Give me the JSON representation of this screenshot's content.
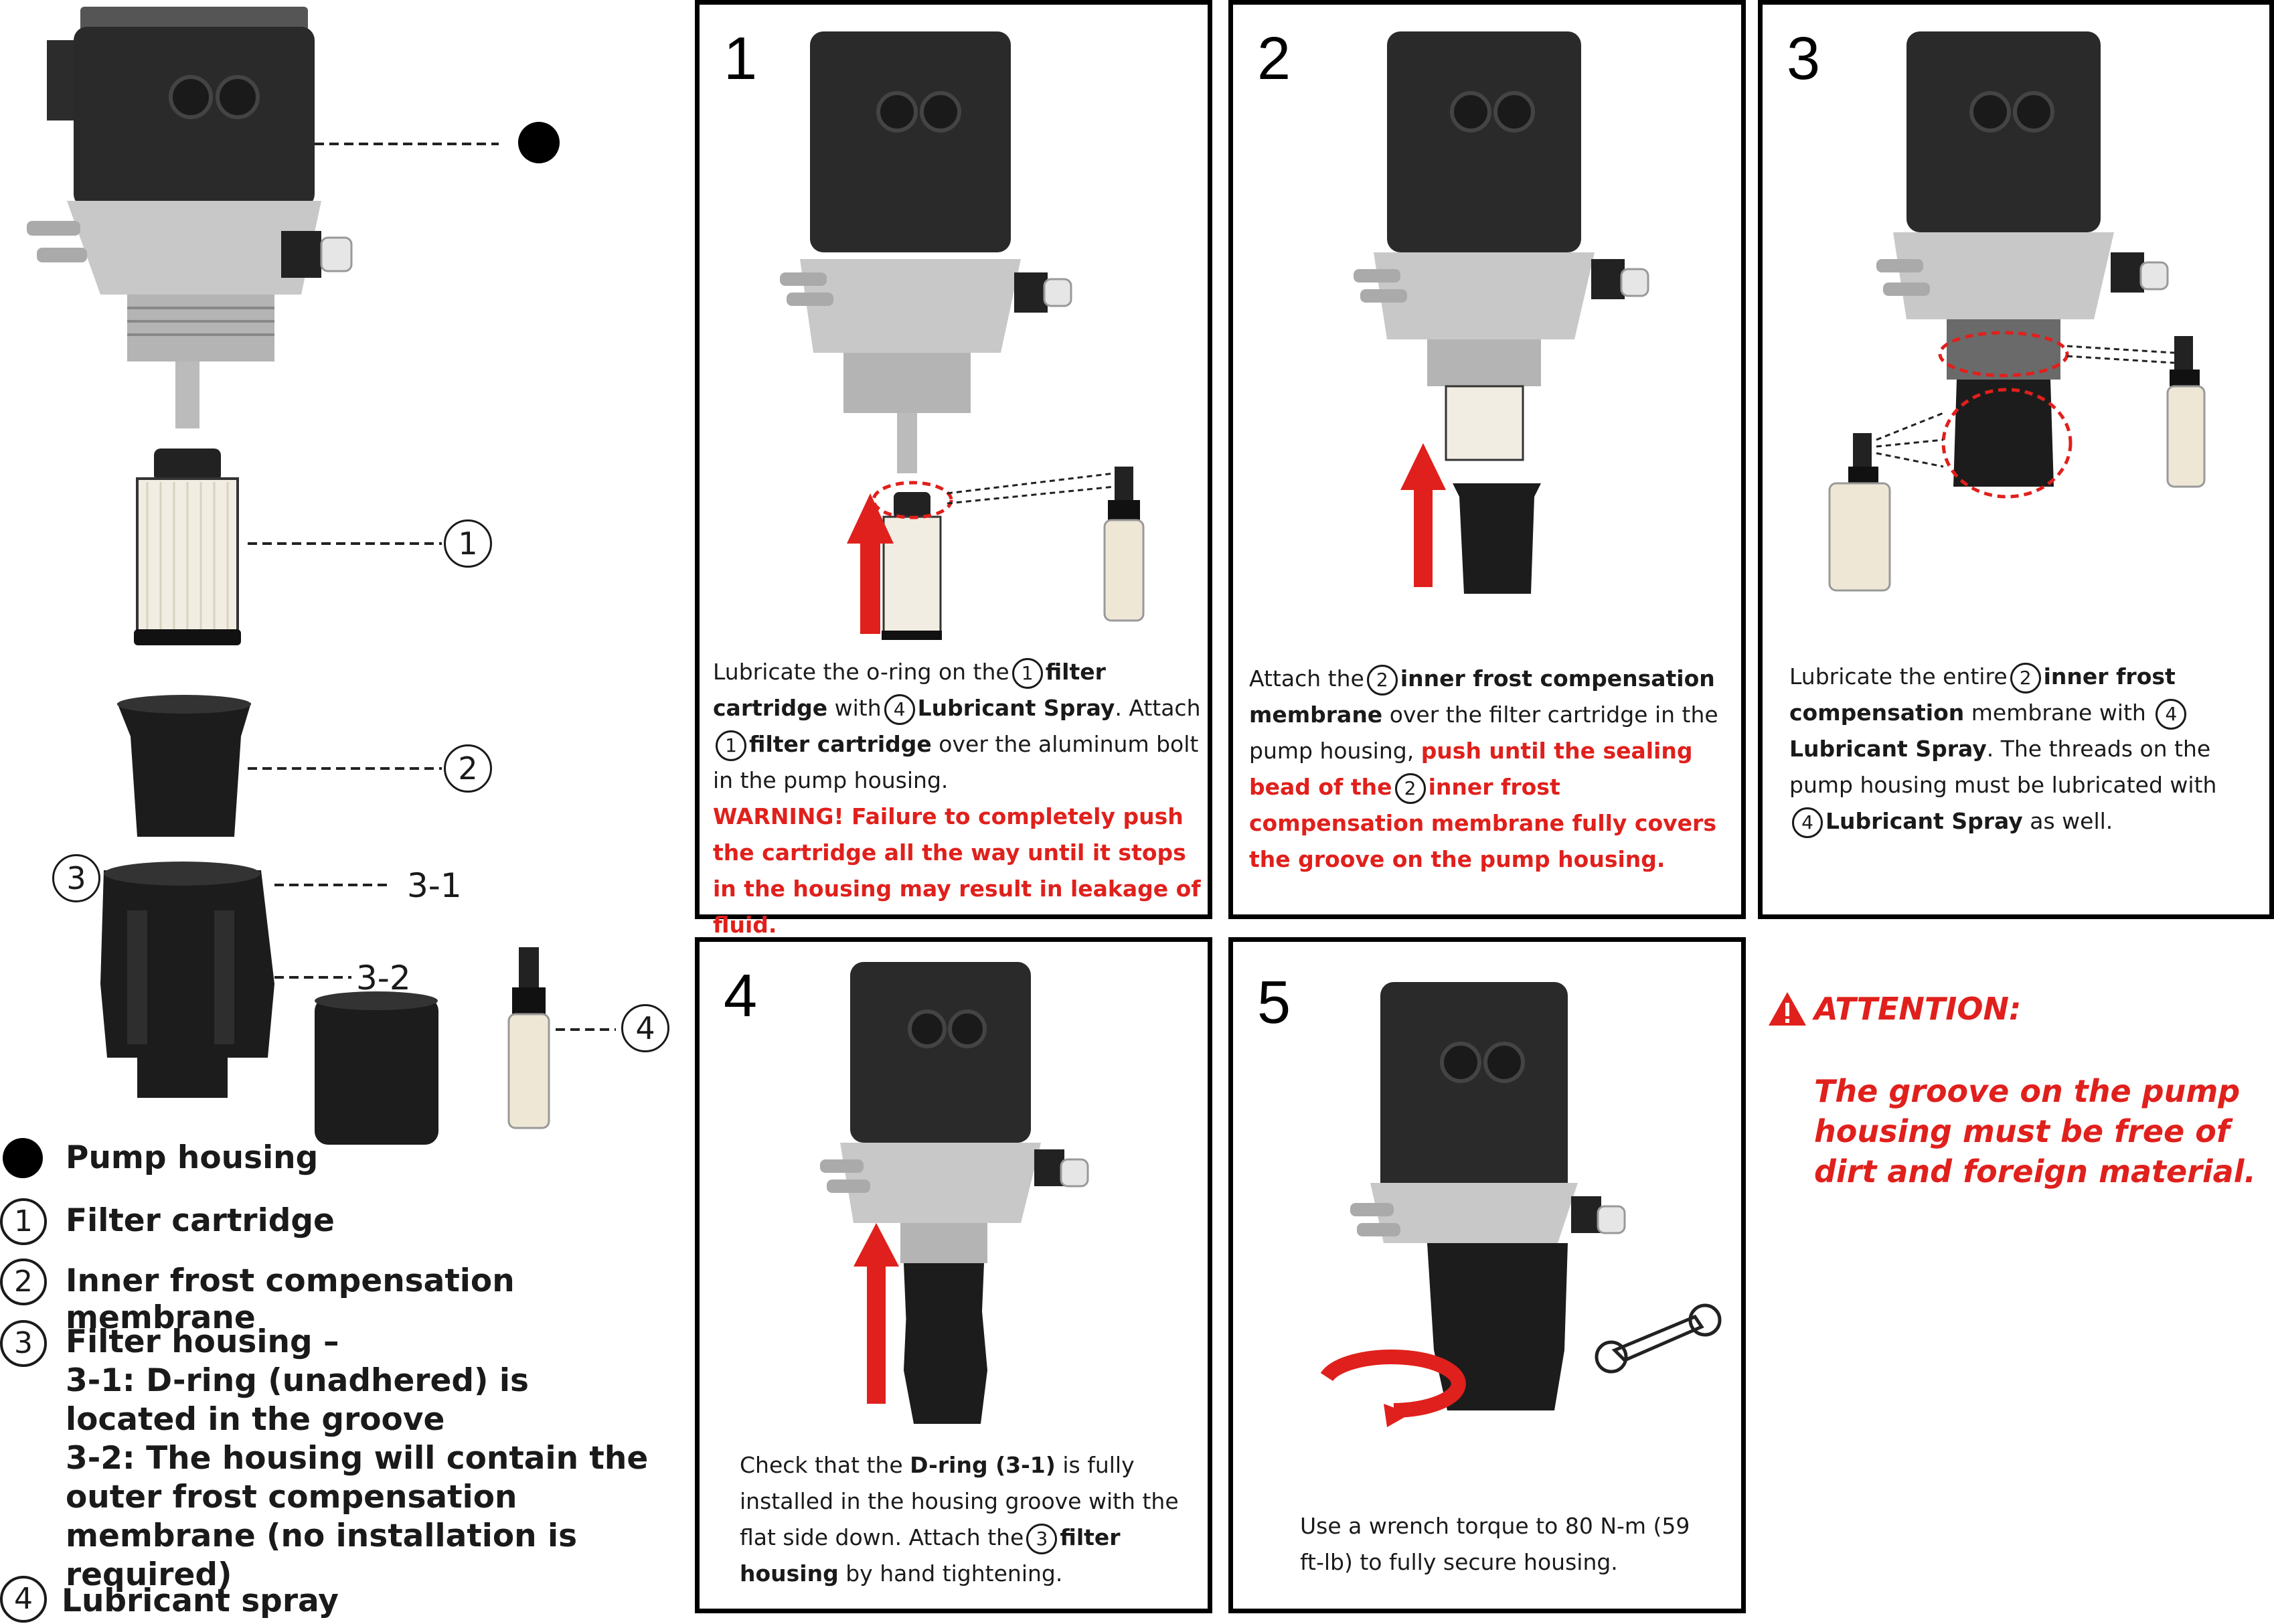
{
  "legend": {
    "pump_housing": "Pump housing",
    "filter_cartridge": "Filter cartridge",
    "membrane": "Inner frost compensation membrane",
    "filter_housing_title": "Filter housing –",
    "filter_housing_3_1": "3-1: D-ring (unadhered) is located in the groove",
    "filter_housing_3_2": "3-2: The housing will contain the outer frost compensation membrane (no installation is required)",
    "lubricant": "Lubricant spray",
    "n1": "1",
    "n2": "2",
    "n3": "3",
    "n4": "4"
  },
  "diagram_labels": {
    "l1": "1",
    "l2": "2",
    "l3": "3",
    "l4": "4",
    "l3_1": "3-1",
    "l3_2": "3-2"
  },
  "steps": {
    "s1": {
      "num": "1",
      "t1": "Lubricate the o-ring on the",
      "c1": "1",
      "b1": "filter cartridge",
      "t2": "with",
      "c2": "4",
      "b2": "Lubricant Spray",
      "t3": ". Attach",
      "c3": "1",
      "b3": "filter cartridge",
      "t4": "over the aluminum bolt in  the pump housing.",
      "warning": "WARNING! Failure to completely push the cartridge all the way until it stops in the housing may result in leakage of fluid."
    },
    "s2": {
      "num": "2",
      "t1": "Attach the",
      "c1": "2",
      "b1": "inner frost compensation membrane",
      "t2": "over the filter cartridge in the pump housing,",
      "r1": "push until the sealing bead of the",
      "c2": "2",
      "rb1": "inner frost compensation",
      "r2": "membrane fully covers the groove on the pump housing."
    },
    "s3": {
      "num": "3",
      "t1": "Lubricate the entire",
      "c1": "2",
      "b1": "inner frost compensation",
      "t2": "membrane with",
      "c2": "4",
      "b2": "Lubricant Spray",
      "t3": ". The threads on the pump housing must be lubricated with",
      "c3": "4",
      "b3": "Lubricant Spray",
      "t4": "as well."
    },
    "s4": {
      "num": "4",
      "t1": "Check that the",
      "b1": "D-ring (3-1)",
      "t2": "is fully installed in the housing groove with the flat side down. Attach the",
      "c1": "3",
      "b2": "filter housing",
      "t3": "by hand tightening."
    },
    "s5": {
      "num": "5",
      "t1": "Use a wrench torque to 80 N-m (59 ft-lb) to fully secure housing."
    }
  },
  "attention": {
    "title": "ATTENTION:",
    "body": "The groove on the pump housing must be free of dirt and foreign material."
  },
  "colors": {
    "accent_red": "#e0201c",
    "pump_black": "#2a2a2a",
    "aluminum": "#c8c8c8"
  }
}
